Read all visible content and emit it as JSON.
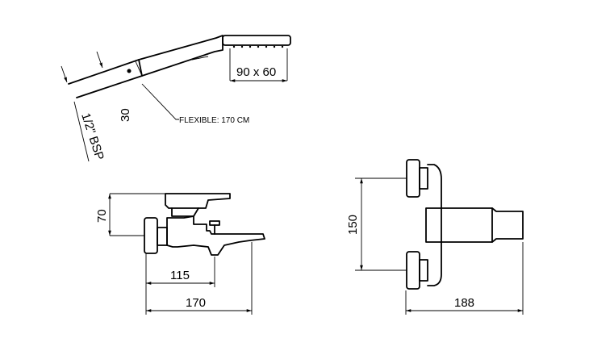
{
  "dimensions": {
    "head_size": "90 x 60",
    "hose_width": "30",
    "hose_thread": "1/2\" BSP",
    "hose_length": "FLEXIBLE: 170 CM",
    "height": "70",
    "spout_reach": "115",
    "overall_depth": "170",
    "center_distance": "150",
    "overall_width": "188"
  },
  "colors": {
    "line": "#000000",
    "background": "#ffffff"
  }
}
